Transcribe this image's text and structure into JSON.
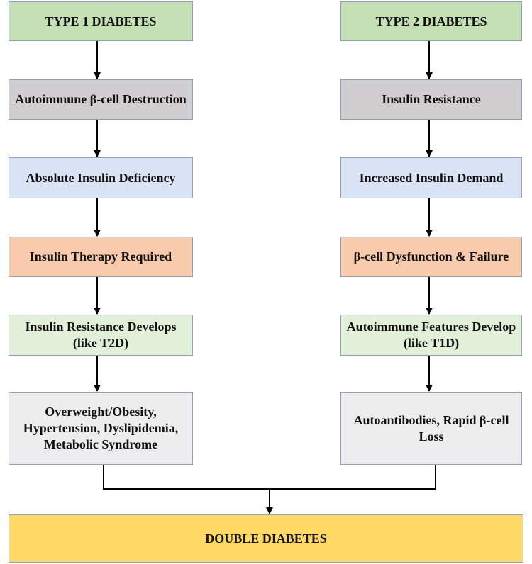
{
  "type1": {
    "title": "TYPE 1 DIABETES",
    "steps": [
      "Autoimmune β-cell Destruction",
      "Absolute Insulin Deficiency",
      "Insulin Therapy Required",
      "Insulin Resistance Develops (like T2D)",
      "Overweight/Obesity, Hypertension, Dyslipidemia, Metabolic Syndrome"
    ]
  },
  "type2": {
    "title": "TYPE 2 DIABETES",
    "steps": [
      "Insulin Resistance",
      "Increased Insulin Demand",
      "β-cell Dysfunction & Failure",
      "Autoimmune Features Develop (like T1D)",
      "Autoantibodies, Rapid β-cell Loss"
    ]
  },
  "outcome": "DOUBLE DIABETES",
  "colors": {
    "title": "#c5e0b4",
    "step1": "#d0cece",
    "step2": "#dae3f3",
    "step3": "#f8cbad",
    "step4": "#e2f0d9",
    "step5": "#ededed",
    "outcome": "#ffd966",
    "border": "#8ea0bb",
    "connector": "#000000"
  }
}
